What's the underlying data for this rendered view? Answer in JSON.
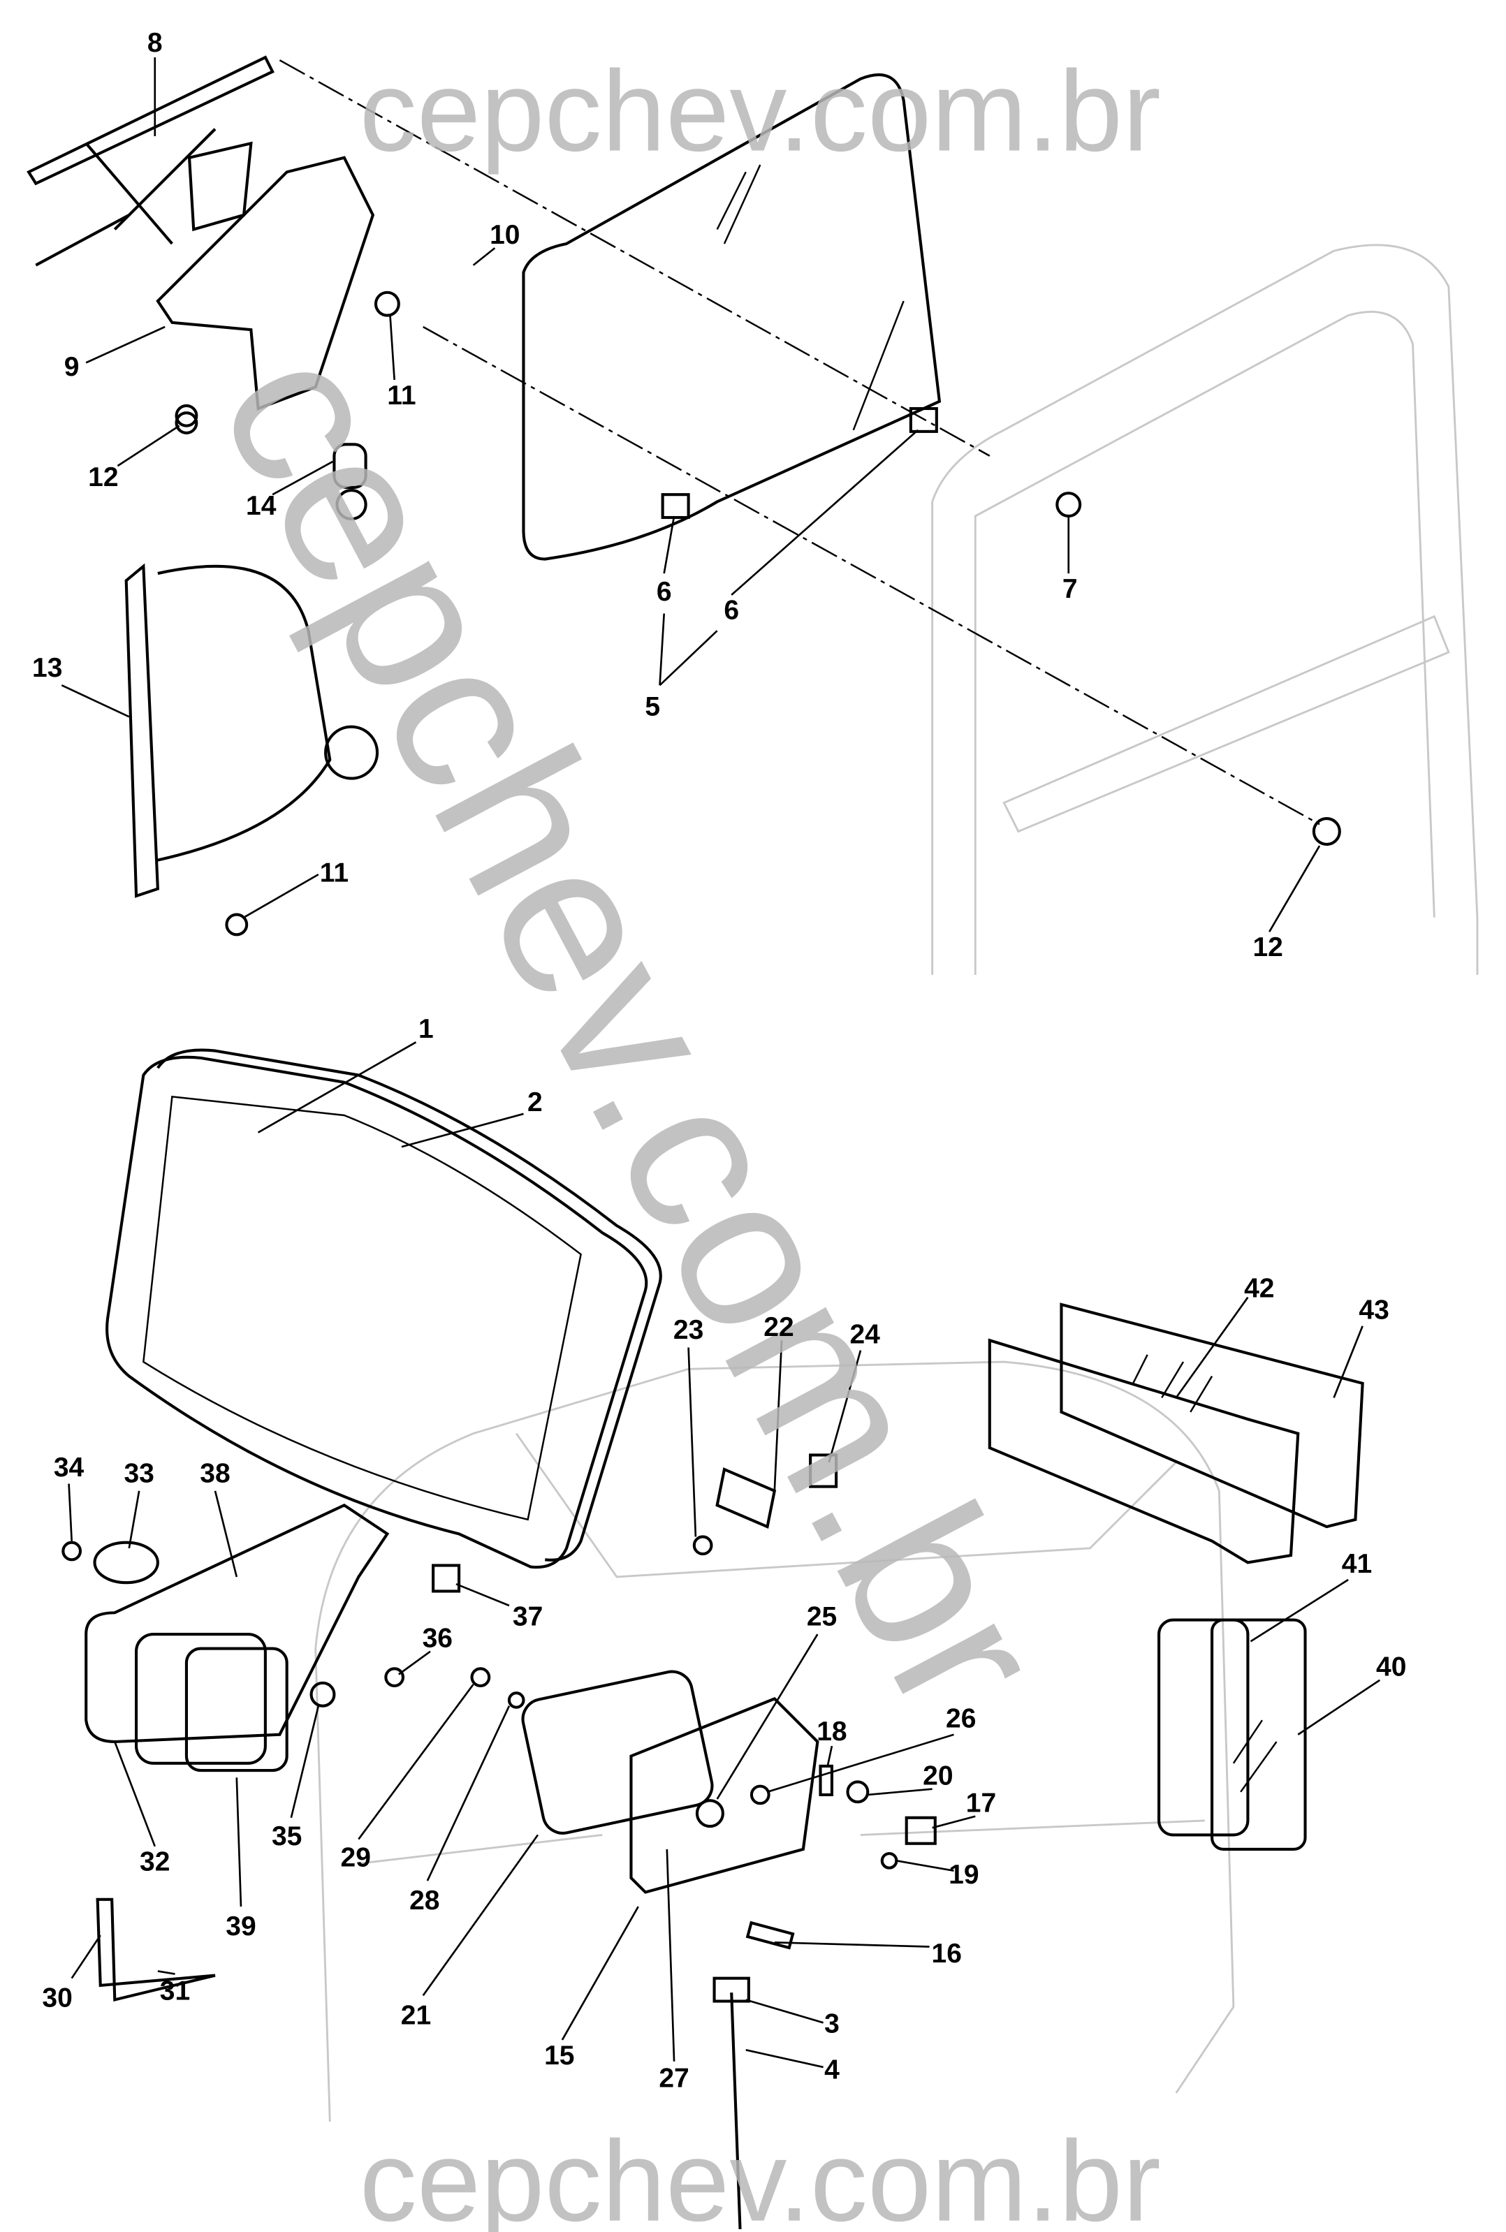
{
  "watermark": {
    "top": "cepchev.com.br",
    "diagonal": "cepchev.com.br",
    "bottom": "cepchev.com.br"
  },
  "callouts": {
    "c8": "8",
    "c10": "10",
    "c9": "9",
    "c11a": "11",
    "c12a": "12",
    "c14": "14",
    "c7": "7",
    "c6a": "6",
    "c6b": "6",
    "c5": "5",
    "c13": "13",
    "c11b": "11",
    "c12b": "12",
    "c1": "1",
    "c2": "2",
    "c23": "23",
    "c22": "22",
    "c24": "24",
    "c42": "42",
    "c43": "43",
    "c34": "34",
    "c33": "33",
    "c38": "38",
    "c37": "37",
    "c25": "25",
    "c36": "36",
    "c41": "41",
    "c40": "40",
    "c18": "18",
    "c26": "26",
    "c20": "20",
    "c17": "17",
    "c35": "35",
    "c29": "29",
    "c32": "32",
    "c28": "28",
    "c19": "19",
    "c39": "39",
    "c16": "16",
    "c30": "30",
    "c31": "31",
    "c21": "21",
    "c15": "15",
    "c3": "3",
    "c27": "27",
    "c4": "4"
  }
}
